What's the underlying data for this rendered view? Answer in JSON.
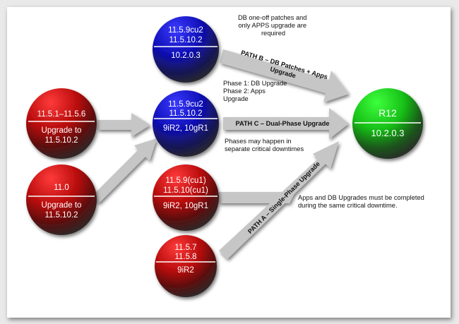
{
  "nodes": {
    "a": {
      "line1": "11.5.1–11.5.6",
      "bottom1": "Upgrade to",
      "bottom2": "11.5.10.2"
    },
    "b": {
      "line1": "11.0",
      "bottom1": "Upgrade to",
      "bottom2": "11.5.10.2"
    },
    "top": {
      "line1": "11.5.9cu2",
      "line2": "11.5.10.2",
      "bottom": "10.2.0.3"
    },
    "mid": {
      "line1": "11.5.9cu2",
      "line2": "11.5.10.2",
      "bottom": "9iR2, 10gR1"
    },
    "low1": {
      "line1": "11.5.9(cu1)",
      "line2": "11.5.10(cu1)",
      "bottom": "9iR2, 10gR1"
    },
    "low2": {
      "line1": "11.5.7",
      "line2": "11.5.8",
      "bottom": "9iR2"
    },
    "target": {
      "title": "R12",
      "version": "10.2.0.3"
    }
  },
  "paths": {
    "b": "PATH B – DB Patches + Apps Upgrade",
    "b_lines": [
      "PATH B – DB Patches + Apps",
      "Upgrade"
    ],
    "c": "PATH C – Dual-Phase Upgrade",
    "a": "PATH A – Single-Phase Upgrade"
  },
  "notes": {
    "path_b": [
      "DB one-off patches and",
      "only APPS upgrade are",
      "required"
    ],
    "phases": [
      "Phase 1: DB Upgrade",
      "Phase 2: Apps",
      "Upgrade"
    ],
    "downtimes": [
      "Phases may happen in",
      "separate critical downtimes"
    ],
    "same_downtime": [
      "Apps and DB Upgrades must be completed",
      "during the same critical downtime."
    ]
  },
  "colors": {
    "red": "#cc1111",
    "blue": "#1616c8",
    "green": "#22cc22",
    "dark": "#3a3a3a",
    "arrow": "#c8c8c8"
  }
}
